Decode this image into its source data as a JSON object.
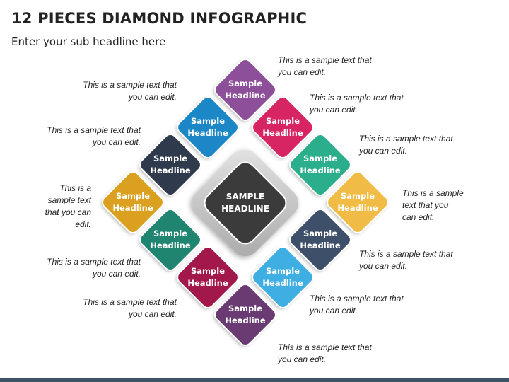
{
  "title": "12 PIECES DIAMOND INFOGRAPHIC",
  "subtitle": "Enter your sub headline here",
  "center": {
    "line1": "SAMPLE",
    "line2": "HEADLINE",
    "color": "#3b3b3b"
  },
  "pieces": [
    {
      "line1": "Sample",
      "line2": "Headline",
      "color": "#8e4f9a"
    },
    {
      "line1": "Sample",
      "line2": "Headline",
      "color": "#1c87c7"
    },
    {
      "line1": "Sample",
      "line2": "Headline",
      "color": "#d62562"
    },
    {
      "line1": "Sample",
      "line2": "Headline",
      "color": "#2f3b4d"
    },
    {
      "line1": "Sample",
      "line2": "Headline",
      "color": "#2aae8c"
    },
    {
      "line1": "Sample",
      "line2": "Headline",
      "color": "#dba020"
    },
    {
      "line1": "Sample",
      "line2": "Headline",
      "color": "#f1bc45"
    },
    {
      "line1": "Sample",
      "line2": "Headline",
      "color": "#1f8570"
    },
    {
      "line1": "Sample",
      "line2": "Headline",
      "color": "#3e5069"
    },
    {
      "line1": "Sample",
      "line2": "Headline",
      "color": "#a3184a"
    },
    {
      "line1": "Sample",
      "line2": "Headline",
      "color": "#3faee3"
    },
    {
      "line1": "Sample",
      "line2": "Headline",
      "color": "#6a3a73"
    }
  ],
  "notes": [
    {
      "lines": [
        "This is a sample text that",
        "you can edit."
      ]
    },
    {
      "lines": [
        "This is a sample text that",
        "you can edit."
      ]
    },
    {
      "lines": [
        "This is a sample text that",
        "you can edit."
      ]
    },
    {
      "lines": [
        "This is a sample text that",
        "you can edit."
      ]
    },
    {
      "lines": [
        "This is a sample text that",
        "you can edit."
      ]
    },
    {
      "lines": [
        "This is a",
        "sample text",
        "that you can",
        "edit."
      ]
    },
    {
      "lines": [
        "This is a sample",
        "text that you",
        "can edit."
      ]
    },
    {
      "lines": [
        "This is a sample text that",
        "you can edit."
      ]
    },
    {
      "lines": [
        "This is a sample text that",
        "you can edit."
      ]
    },
    {
      "lines": [
        "This is a sample text that",
        "you can edit."
      ]
    },
    {
      "lines": [
        "This is a sample text that",
        "you can edit."
      ]
    },
    {
      "lines": [
        "This is a sample text that",
        "you can edit."
      ]
    }
  ]
}
